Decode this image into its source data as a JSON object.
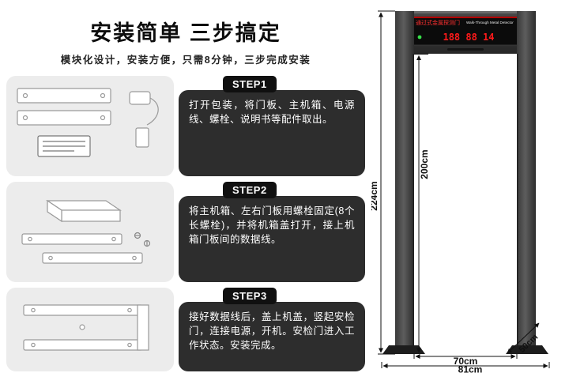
{
  "page": {
    "title": "安装简单 三步搞定",
    "subtitle": "模块化设计，安装方便，只需8分钟，三步完成安装"
  },
  "steps": [
    {
      "label": "STEP1",
      "text": "打开包装，将门板、主机箱、电源线、螺栓、说明书等配件取出。"
    },
    {
      "label": "STEP2",
      "text": "将主机箱、左右门板用螺栓固定(8个长螺栓)，并将机箱盖打开，接上机箱门板间的数据线。"
    },
    {
      "label": "STEP3",
      "text": "接好数据线后，盖上机盖，竖起安检门，连接电源，开机。安检门进入工作状态。安装完成。"
    }
  ],
  "detector": {
    "panel_title_cn": "通过式金属探测门",
    "panel_title_en": "Walk-Through Metal Detector",
    "led_display": "188 88 14",
    "dimensions": {
      "outer_height": "224cm",
      "inner_height": "200cm",
      "depth": "50cm",
      "inner_width": "70cm",
      "outer_width": "81cm"
    }
  }
}
